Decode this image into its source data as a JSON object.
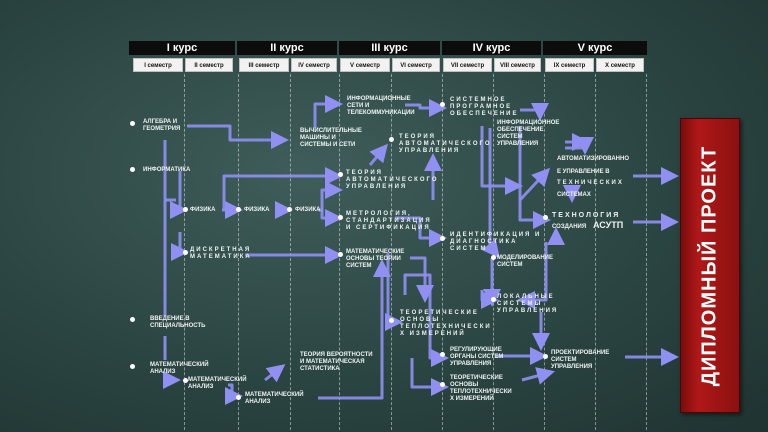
{
  "courses": [
    "I курс",
    "II курс",
    "III курс",
    "IV курс",
    "V курс"
  ],
  "semesters": [
    "I семестр",
    "II семестр",
    "III семестр",
    "IV семестр",
    "V семестр",
    "VI семестр",
    "VII семестр",
    "VIII семестр",
    "IX семестр",
    "X семестр"
  ],
  "nodes": {
    "algebra": "АЛГЕБРА  И\nГЕОМЕТРИЯ",
    "informatika": "ИНФОРМАТИКА",
    "vvedenie": "ВВЕДЕНИЕ          В\nСПЕЦИАЛЬНОСТЬ",
    "matanaliz1": "МАТЕМАТИЧЕСКИЙ\nАНАЛИЗ",
    "fizika2": "ФИЗИКА",
    "diskretnaya": "ДИСКРЕТНАЯ\nМАТЕМАТИКА",
    "matanaliz2": "МАТЕМАТИЧЕСКИЙ\nАНАЛИЗ",
    "fizika3": "ФИЗИКА",
    "matanaliz3": "МАТЕМАТИЧЕСКИЙ\nАНАЛИЗ",
    "vychislitelnye": "ВЫЧИСЛИТЕЛЬНЫЕ\nМАШИНЫ          И\nСИСТЕМЫ  И  СЕТИ",
    "fizika4": "ФИЗИКА",
    "teoriya_veroyatnosti": "ТЕОРИЯ  ВЕРОЯТНОСТИ\nИ     МАТЕМАТИЧЕСКАЯ\nСТАТИСТИКА",
    "infsety": "ИНФОРМАЦИОННЫЕ\nСЕТИ                   И\nТЕЛЕКОММУНИКАЦИИ",
    "tau5": "ТЕОРИЯ\nАВТОМАТИЧЕСКОГО\nУПРАВЛЕНИЯ",
    "metrologiya": "МЕТРОЛОГИЯ,\nСТАНДАРТИЗАЦИЯ\nИ  СЕРТИФИКАЦИЯ",
    "matosnovy": "МАТЕМАТИЧЕСКИЕ\nОСНОВЫ    ТЕОРИИ\nСИСТЕМ",
    "tau6": "ТЕОРИЯ\nАВТОМАТИЧЕСКОГО\nУПРАВЛЕНИЯ",
    "teplotehn6": "ТЕОРЕТИЧЕСКИЕ\nОСНОВЫ\nТЕПЛОТЕХНИЧЕСКИ\nХ  ИЗМЕРЕНИЙ",
    "regulir": "РЕГУЛИРУЮЩИЕ\nОРГАНЫ         СИСТЕМ\nУПРАВЛЕНИЯ",
    "teplotehn7": "ТЕОРЕТИЧЕСКИЕ\nОСНОВЫ\nТЕПЛОТЕХНИЧЕСКИ\nХ  ИЗМЕРЕНИЙ",
    "sistemnoe": "СИСТЕМНОЕ\nПРОГРАМНОЕ\nОБЕСПЕЧЕНИЕ",
    "identif": "ИДЕНТИФИКАЦИЯ     И\nДИАГНОСТИКА\nСИСТЕМ",
    "inf_obesp": "ИНФОРМАЦИОННОЕ\nОБЕСПЕЧЕНИЕ\nСИСТЕМ\nУПРАВЛЕНИЯ",
    "modelir": "МОДЕЛИРОВАНИЕ\nСИСТЕМ",
    "lokalnye": "ЛОКАЛЬНЫЕ\nСИСТЕМЫ\nУПРАВЛЕНИЯ",
    "avtomatizirovanno": "АВТОМАТИЗИРОВАННО",
    "e_upravlenie": "Е    УПРАВЛЕНИЕ    В",
    "tehnicheskih": "ТЕХНИЧЕСКИХ",
    "sistemah": "СИСТЕМАХ",
    "tehnologiya": "ТЕХНОЛОГИЯ",
    "sozdaniya": "СОЗДАНИЯ",
    "asutp": "АСУТП",
    "proektirovanie": "ПРОЕКТИРОВАНИЕ\nСИСТЕМ\nУПРАВЛЕНИЯ"
  },
  "diploma": "ДИПЛОМНЫЙ  ПРОЕКТ",
  "colors": {
    "arrow": "#8f90f2",
    "background": "#2f4a47",
    "diploma": "#a51515"
  }
}
